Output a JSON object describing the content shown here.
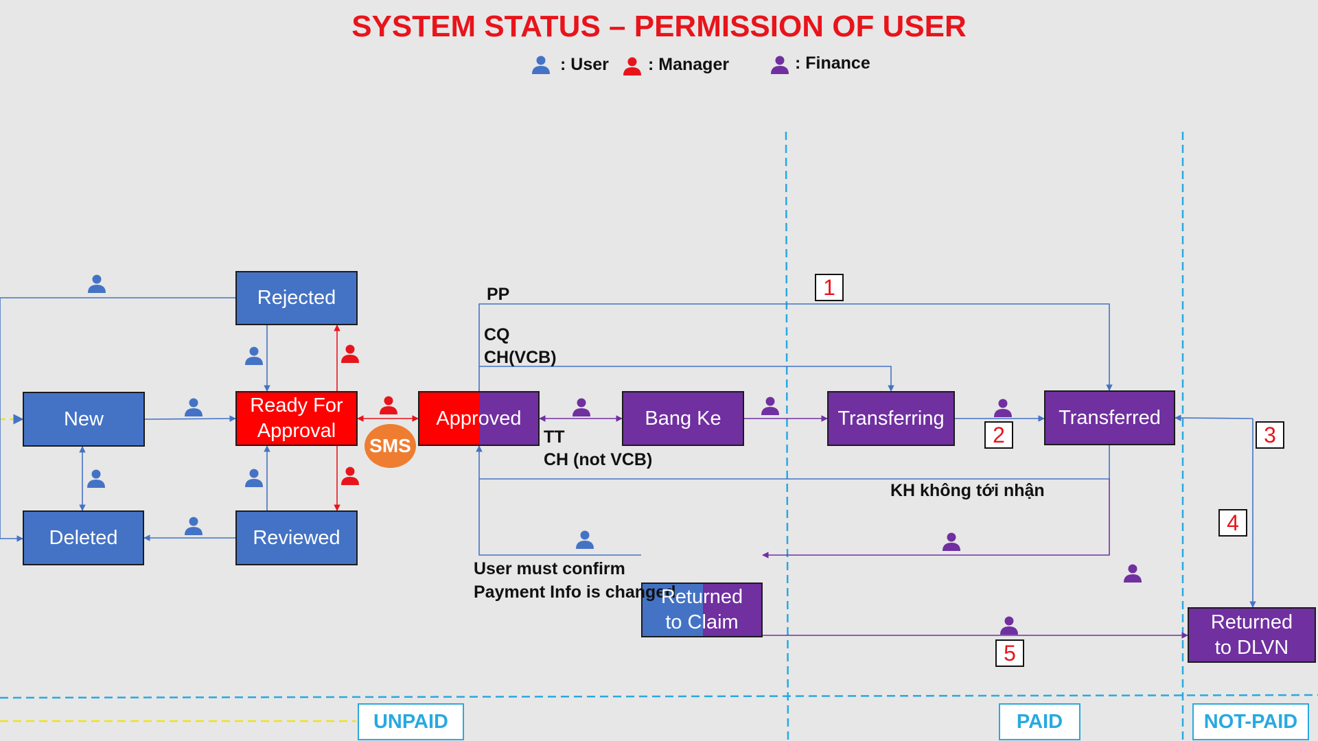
{
  "title": "SYSTEM STATUS – PERMISSION OF USER",
  "colors": {
    "user": "#4473c5",
    "manager": "#e8141b",
    "finance": "#7030a0",
    "divider": "#28a9e0",
    "sms": "#ee7d31"
  },
  "legend": {
    "user": ": User",
    "manager": ": Manager",
    "finance": ": Finance"
  },
  "states": {
    "rejected": "Rejected",
    "new": "New",
    "ready_line1": "Ready For",
    "ready_line2": "Approval",
    "approved": "Approved",
    "bang_ke": "Bang Ke",
    "transferring": "Transferring",
    "transferred": "Transferred",
    "deleted": "Deleted",
    "reviewed": "Reviewed",
    "returned_claim_line1": "Returned",
    "returned_claim_line2": "to Claim",
    "returned_dlvn_line1": "Returned",
    "returned_dlvn_line2": "to DLVN"
  },
  "sms": "SMS",
  "edge_labels": {
    "pp": "PP",
    "cq": "CQ",
    "ch_vcb": "CH(VCB)",
    "tt": "TT",
    "ch_not_vcb": "CH (not VCB)",
    "kh": "KH không tới nhận",
    "confirm_line1": "User must confirm",
    "confirm_line2": "Payment Info is changed"
  },
  "markers": [
    "1",
    "2",
    "3",
    "4",
    "5"
  ],
  "zones": {
    "unpaid": "UNPAID",
    "paid": "PAID",
    "not_paid": "NOT-PAID"
  }
}
